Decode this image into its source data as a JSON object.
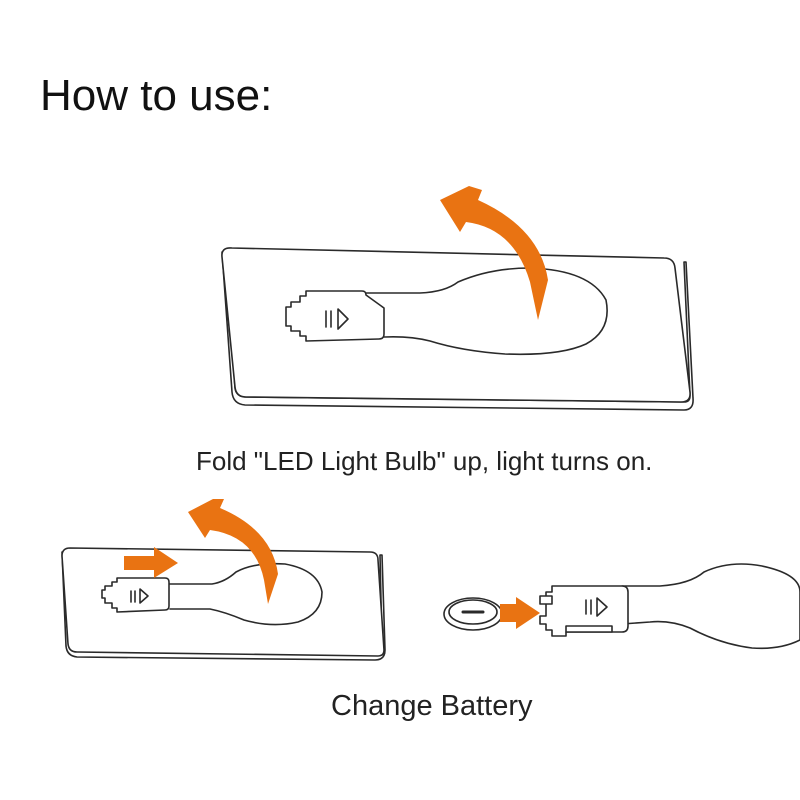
{
  "title": "How to use:",
  "steps": [
    {
      "caption": "Fold \"LED Light Bulb\" up, light turns on."
    },
    {
      "caption": "Change Battery"
    }
  ],
  "colors": {
    "arrow": "#E97312",
    "line": "#2a2a2a",
    "fill": "#ffffff"
  }
}
